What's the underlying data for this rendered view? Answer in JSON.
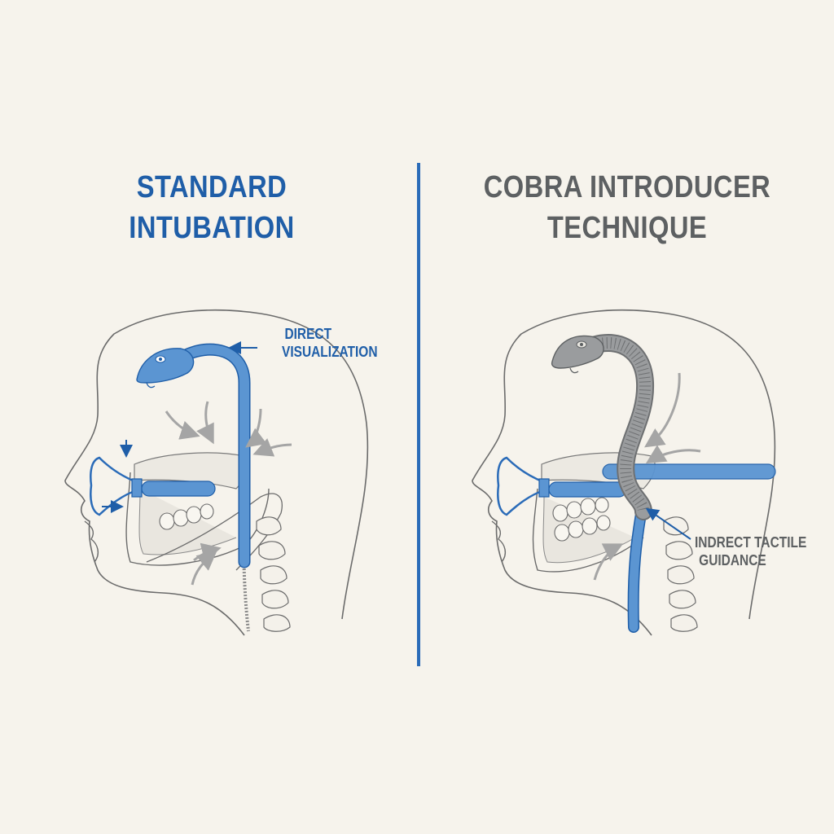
{
  "panels": [
    {
      "title_line1": "STANDARD",
      "title_line2": "INTUBATION",
      "title_color": "#1f5ea8",
      "annotation_line1": "DIRECT",
      "annotation_line2": "VISUALIZATION",
      "annotation_color": "#1f5ea8",
      "snake_color": "#5b95d2"
    },
    {
      "title_line1": "COBRA INTRODUCER",
      "title_line2": "TECHNIQUE",
      "title_color": "#5d6062",
      "annotation_line1": "INDRECT TACTILE",
      "annotation_line2": "GUIDANCE",
      "annotation_color": "#5d6062",
      "snake_color": "#8f9193"
    }
  ],
  "colors": {
    "background": "#f6f3ec",
    "divider": "#2a6bb8",
    "outline": "#6b6b6b",
    "tube_blue": "#5b95d2",
    "arrow_gray": "#a5a5a5"
  }
}
